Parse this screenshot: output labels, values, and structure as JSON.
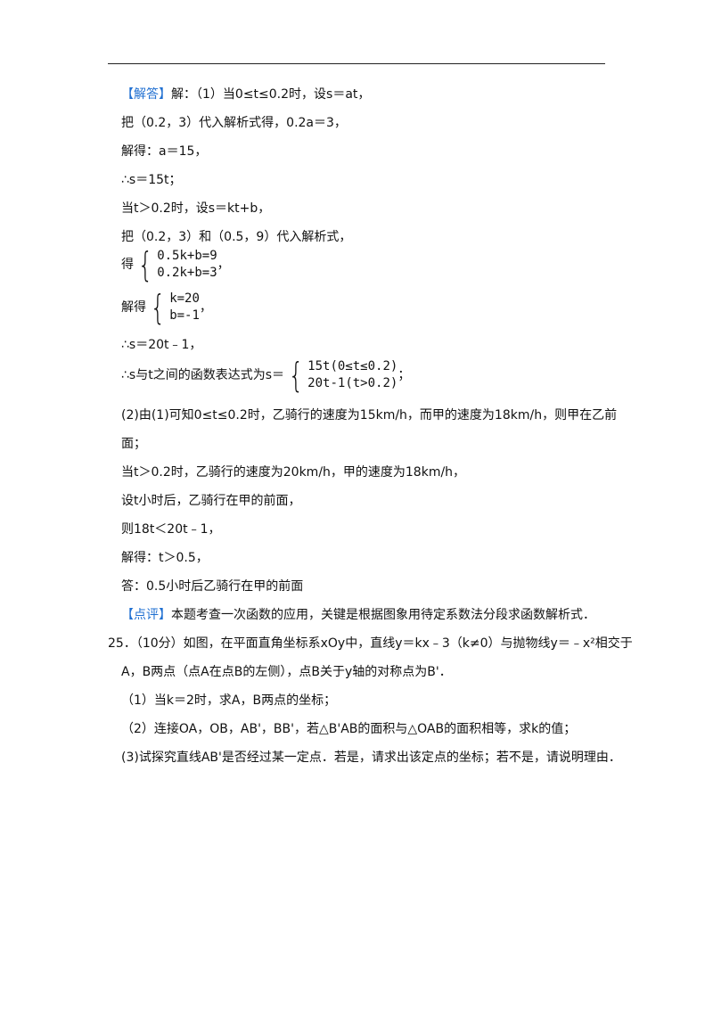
{
  "lines": {
    "l1_tag": "【解答】",
    "l1": "解：（1）当0≤t≤0.2时，设s＝at，",
    "l2": "把（0.2，3）代入解析式得，0.2a＝3，",
    "l3": "解得：a＝15，",
    "l4": "∴s＝15t；",
    "l5": "当t＞0.2时，设s＝kt+b，",
    "l6": "把（0.2，3）和（0.5，9）代入解析式，",
    "l7_pre": "得",
    "l7_sys": [
      "0.5k+b=9",
      "0.2k+b=3"
    ],
    "l7_post": "，",
    "l8_pre": "解得",
    "l8_sys": [
      "k=20",
      "b=-1"
    ],
    "l8_post": "，",
    "l9": "∴s＝20t﹣1，",
    "l10_pre": "∴s与t之间的函数表达式为s＝",
    "l10_sys": [
      "15t(0≤t≤0.2)",
      "20t-1(t>0.2)"
    ],
    "l10_post": "；",
    "l11": "(2)由(1)可知0≤t≤0.2时，乙骑行的速度为15km/h，而甲的速度为18km/h，则甲在乙前",
    "l12": "面；",
    "l13": "当t＞0.2时，乙骑行的速度为20km/h，甲的速度为18km/h，",
    "l14": "设t小时后，乙骑行在甲的前面，",
    "l15": "则18t＜20t﹣1，",
    "l16": "解得：t＞0.5，",
    "l17": "答：0.5小时后乙骑行在甲的前面",
    "l18_tag": "【点评】",
    "l18": "本题考查一次函数的应用，关键是根据图象用待定系数法分段求函数解析式．",
    "q25_a": "25．（10分）如图，在平面直角坐标系xOy中，直线y＝kx﹣3（k≠0）与抛物线y＝﹣x²相交于",
    "q25_b": "A，B两点（点A在点B的左侧），点B关于y轴的对称点为B'．",
    "q25_1": "（1）当k＝2时，求A，B两点的坐标；",
    "q25_2": "（2）连接OA，OB，AB'，BB'，若△B'AB的面积与△OAB的面积相等，求k的值；",
    "q25_3": "(3)试探究直线AB'是否经过某一定点．若是，请求出该定点的坐标；若不是，请说明理由．"
  }
}
